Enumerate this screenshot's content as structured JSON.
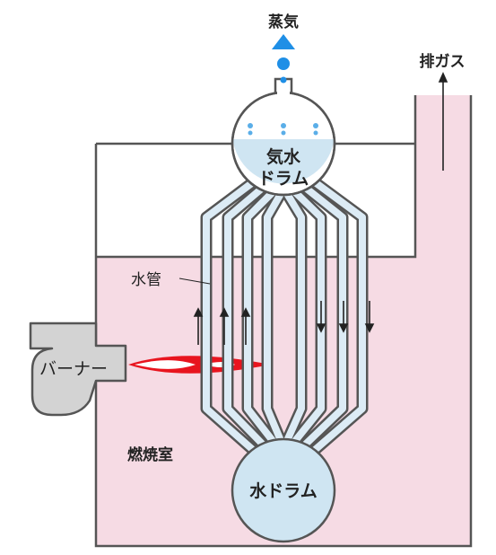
{
  "labels": {
    "steam": "蒸気",
    "exhaust_gas": "排ガス",
    "steam_drum_line1": "気水",
    "steam_drum_line2": "ドラム",
    "water_tube": "水管",
    "burner": "バーナー",
    "combustion_chamber": "燃焼室",
    "water_drum": "水ドラム"
  },
  "colors": {
    "water": "#cfe5f2",
    "pink": "#f6dbe4",
    "outline": "#555555",
    "tube": "#dcebf5",
    "flame": "#e8141e",
    "steam_blue": "#1f8fe6",
    "burner_gray": "#d2d2d2"
  }
}
